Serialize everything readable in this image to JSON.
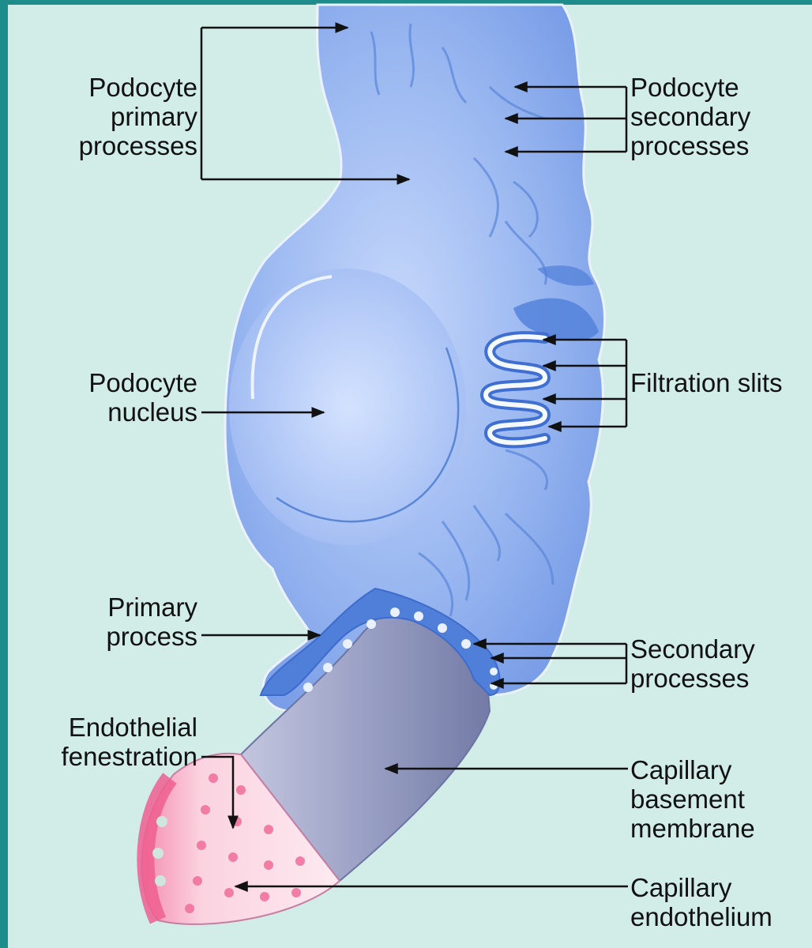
{
  "labels": {
    "podocyte_primary_processes": "Podocyte\nprimary\nprocesses",
    "podocyte_secondary_processes": "Podocyte\nsecondary\nprocesses",
    "podocyte_nucleus": "Podocyte\nnucleus",
    "filtration_slits": "Filtration slits",
    "primary_process": "Primary\nprocess",
    "secondary_processes": "Secondary\nprocesses",
    "endothelial_fenestration": "Endothelial\nfenestration",
    "capillary_basement_membrane": "Capillary\nbasement\nmembrane",
    "capillary_endothelium": "Capillary\nendothelium"
  },
  "colors": {
    "background": "#d2ece7",
    "frame": "#1f8c8c",
    "podocyte": "#7fa3ea",
    "podocyte_dark": "#4f7fd8",
    "membrane": "#8d93b8",
    "endothelium": "#f7b7cc",
    "fenestration": "#f06d9a"
  }
}
